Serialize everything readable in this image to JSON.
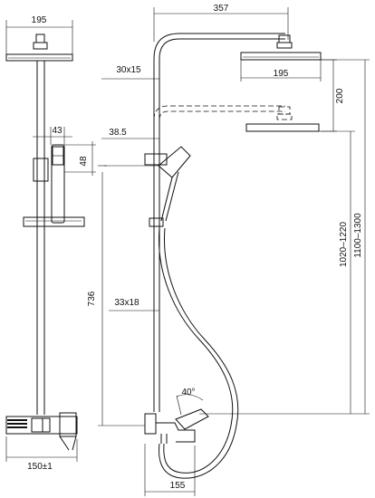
{
  "drawing": {
    "line_color": "#111111",
    "background": "#ffffff",
    "dimensions": {
      "left_head_width": "195",
      "column_offset": "357",
      "arm_section": "30x15",
      "head_width": "195",
      "head_drop": "200",
      "handshower_width": "43",
      "holder_height": "48",
      "column_diameter": "38.5",
      "height_range_inner": "1020–1220",
      "height_range_outer": "1100–1300",
      "mixer_height": "736",
      "bar_section": "33x18",
      "mixer_width": "150±1",
      "spout_length": "155",
      "lever_angle": "40°"
    }
  }
}
